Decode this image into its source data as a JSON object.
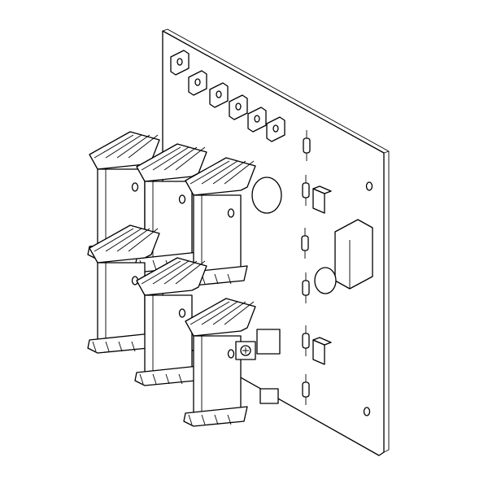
{
  "colors": {
    "line": "#000000",
    "background": "#ffffff"
  },
  "drawing": {
    "heatsink_count": 6,
    "resistor_count": 6,
    "capacitor_count": 2,
    "connector_count": 3
  }
}
